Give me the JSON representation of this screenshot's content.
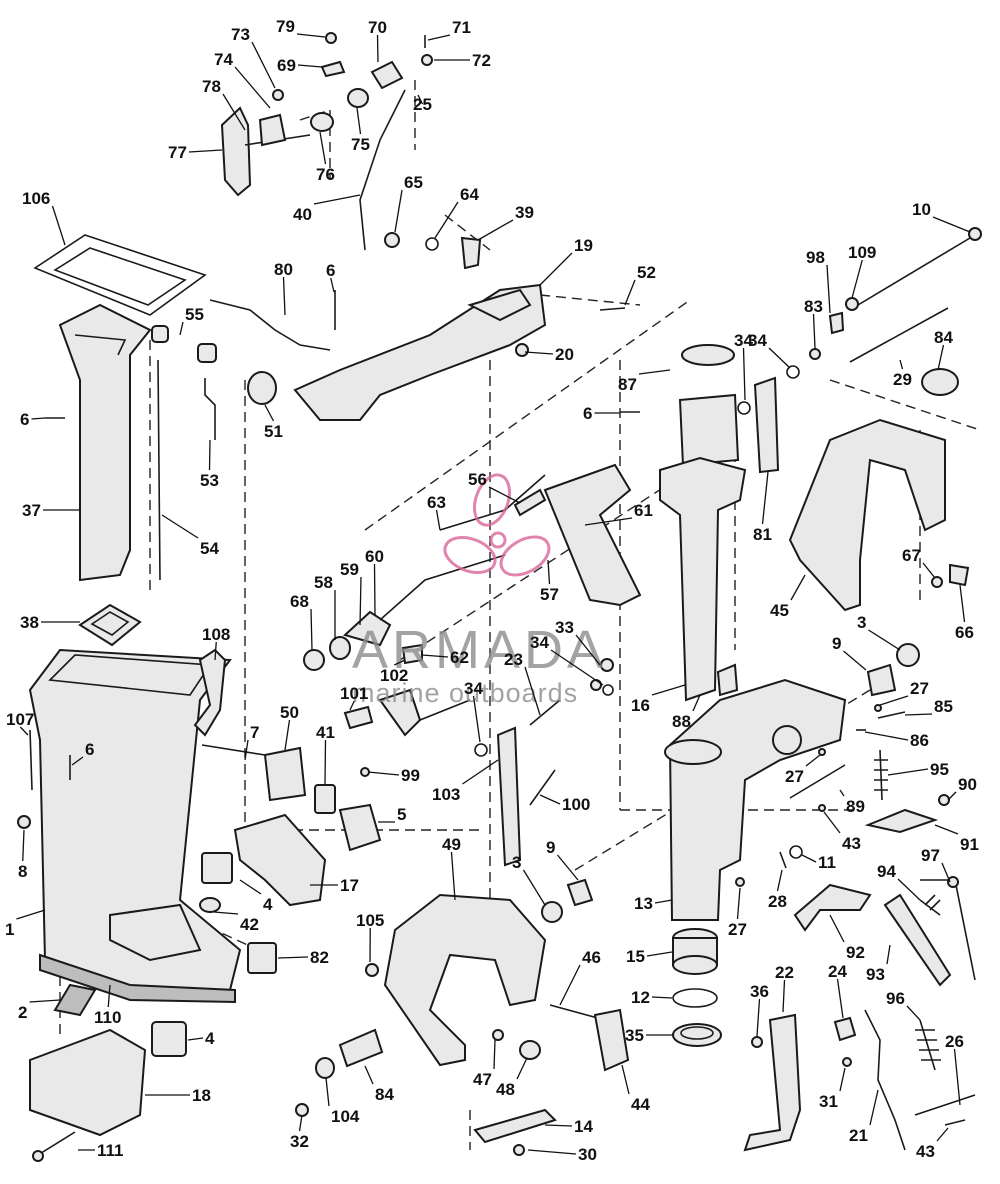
{
  "callouts": [
    "1",
    "2",
    "3",
    "3",
    "4",
    "4",
    "5",
    "6",
    "6",
    "6",
    "6",
    "7",
    "8",
    "9",
    "9",
    "10",
    "11",
    "12",
    "13",
    "14",
    "15",
    "16",
    "17",
    "18",
    "19",
    "20",
    "21",
    "22",
    "23",
    "24",
    "25",
    "26",
    "27",
    "27",
    "27",
    "28",
    "29",
    "30",
    "31",
    "32",
    "33",
    "34",
    "34",
    "34",
    "34",
    "35",
    "36",
    "37",
    "38",
    "39",
    "40",
    "41",
    "42",
    "43",
    "43",
    "44",
    "45",
    "46",
    "47",
    "48",
    "49",
    "50",
    "51",
    "52",
    "53",
    "54",
    "55",
    "56",
    "57",
    "58",
    "59",
    "60",
    "61",
    "62",
    "63",
    "64",
    "65",
    "66",
    "67",
    "68",
    "69",
    "70",
    "71",
    "72",
    "73",
    "74",
    "75",
    "76",
    "77",
    "78",
    "79",
    "80",
    "81",
    "82",
    "83",
    "84",
    "84",
    "85",
    "86",
    "87",
    "88",
    "89",
    "90",
    "91",
    "92",
    "93",
    "94",
    "95",
    "96",
    "97",
    "98",
    "99",
    "100",
    "101",
    "102",
    "103",
    "104",
    "105",
    "106",
    "107",
    "108",
    "109",
    "110",
    "111"
  ],
  "watermark": {
    "brand": "ARMADA",
    "tagline": "marine outboards",
    "color": "#d9679a"
  }
}
